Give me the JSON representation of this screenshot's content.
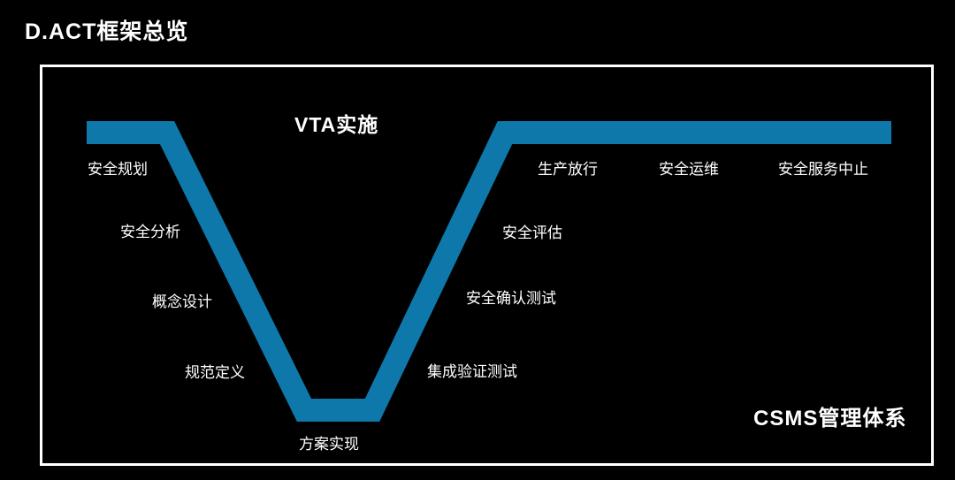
{
  "page_title": "D.ACT框架总览",
  "colors": {
    "background": "#000000",
    "accent_blue": "#0e78ab",
    "frame_border": "#ffffff",
    "text": "#ffffff"
  },
  "diagram": {
    "vta_label": "VTA实施",
    "csms_label": "CSMS管理体系",
    "left_branch": {
      "steps": [
        "安全规划",
        "安全分析",
        "概念设计",
        "规范定义"
      ]
    },
    "bottom_step": "方案实现",
    "right_branch": {
      "steps": [
        "集成验证测试",
        "安全确认测试",
        "安全评估"
      ]
    },
    "top_row": {
      "steps": [
        "生产放行",
        "安全运维",
        "安全服务中止"
      ]
    }
  }
}
